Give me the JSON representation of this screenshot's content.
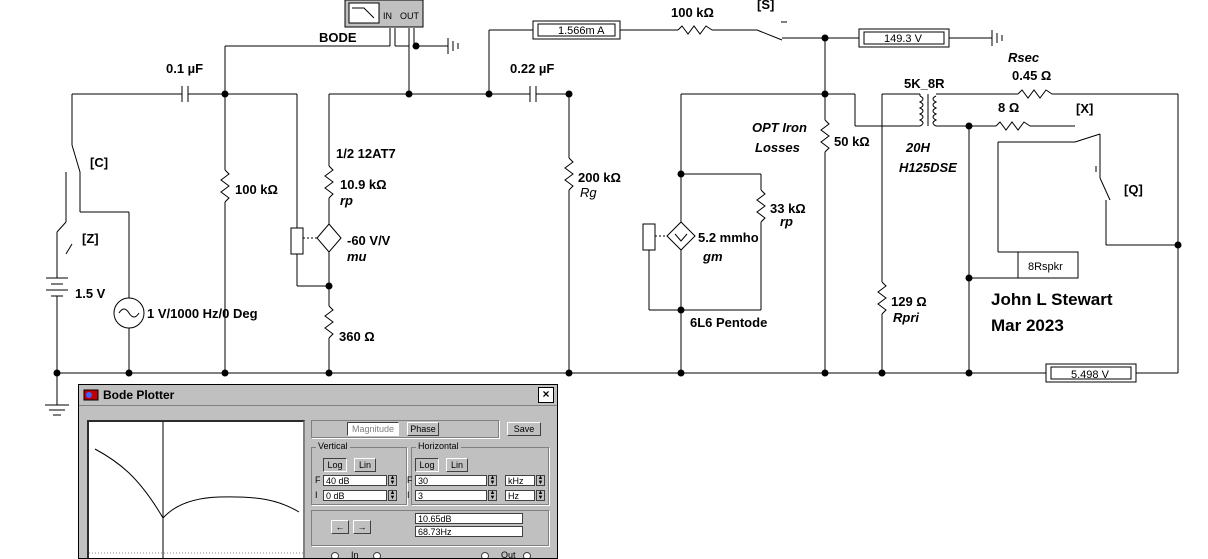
{
  "schematic": {
    "labels": {
      "bode": "BODE",
      "bode_in": "IN",
      "bode_out": "OUT",
      "c1": "0.1 µF",
      "c2": "0.22 µF",
      "r_series": "100 kΩ",
      "switch_s": "[S]",
      "rsec": "Rsec",
      "r_sec_val": "0.45 Ω",
      "xfmr": "5K_8R",
      "r8": "8 Ω",
      "switch_x": "[X]",
      "opt1": "OPT Iron",
      "opt2": "Losses",
      "r50k": "50 kΩ",
      "h20": "20H",
      "h125": "H125DSE",
      "switch_q": "[Q]",
      "switch_c": "[C]",
      "switch_z": "[Z]",
      "r100k": "100 kΩ",
      "tube1": "1/2 12AT7",
      "r109": "10.9 kΩ",
      "rp": "rp",
      "mu_val": "-60 V/V",
      "mu": "mu",
      "r360": "360 Ω",
      "r200k": "200 kΩ",
      "rg": "Rg",
      "r33k": "33 kΩ",
      "rp2": "rp",
      "gm_val": "5.2 mmho",
      "gm": "gm",
      "pentode": "6L6 Pentode",
      "r129": "129 Ω",
      "rpri": "Rpri",
      "battery": "1.5 V",
      "source": "1 V/1000 Hz/0 Deg",
      "speaker": "8Rspkr",
      "author": "John L Stewart",
      "date": "Mar 2023"
    },
    "meters": {
      "ammeter": "1.566m A",
      "voltmeter1": "149.3   V",
      "voltmeter2": "5.498   V"
    }
  },
  "bode_window": {
    "title": "Bode Plotter",
    "close": "×",
    "magnitude": "Magnitude",
    "phase": "Phase",
    "save": "Save",
    "vertical": {
      "title": "Vertical",
      "log": "Log",
      "lin": "Lin",
      "f_label": "F",
      "f_value": "40 dB",
      "i_label": "I",
      "i_value": "0 dB"
    },
    "horizontal": {
      "title": "Horizontal",
      "log": "Log",
      "lin": "Lin",
      "f_label": "F",
      "f_value": "30",
      "f_unit": "kHz",
      "i_label": "I",
      "i_value": "3",
      "i_unit": "Hz"
    },
    "readout_db": "10.65dB",
    "readout_hz": "68.73Hz",
    "in_label": "In",
    "out_label": "Out"
  }
}
